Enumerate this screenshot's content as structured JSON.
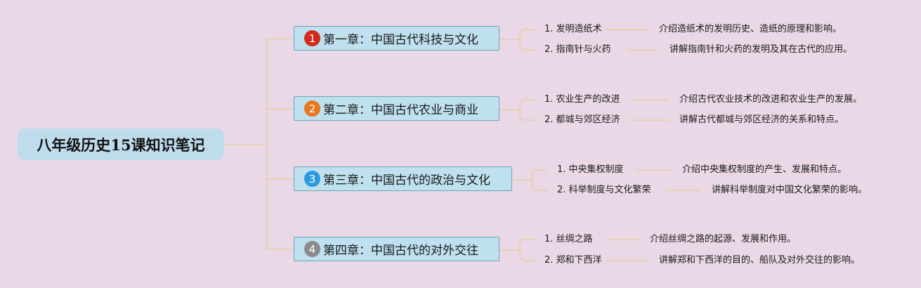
{
  "root": {
    "title": "八年级历史15课知识笔记"
  },
  "chapters": [
    {
      "number": "1",
      "badge_color": "#d42a1e",
      "title": "第一章：中国古代科技与文化",
      "topics": [
        {
          "label": "1. 发明造纸术",
          "desc": "介绍造纸术的发明历史、造纸的原理和影响。"
        },
        {
          "label": "2. 指南针与火药",
          "desc": "讲解指南针和火药的发明及其在古代的应用。"
        }
      ]
    },
    {
      "number": "2",
      "badge_color": "#e87722",
      "title": "第二章：中国古代农业与商业",
      "topics": [
        {
          "label": "1. 农业生产的改进",
          "desc": "介绍古代农业技术的改进和农业生产的发展。"
        },
        {
          "label": "2. 都城与郊区经济",
          "desc": "讲解古代都城与郊区经济的关系和特点。"
        }
      ]
    },
    {
      "number": "3",
      "badge_color": "#2a9be0",
      "title": "第三章：中国古代的政治与文化",
      "topics": [
        {
          "label": "1. 中央集权制度",
          "desc": "介绍中央集权制度的产生、发展和特点。"
        },
        {
          "label": "2. 科举制度与文化繁荣",
          "desc": "讲解科举制度对中国文化繁荣的影响。"
        }
      ]
    },
    {
      "number": "4",
      "badge_color": "#8a8a8a",
      "title": "第四章：中国古代的对外交往",
      "topics": [
        {
          "label": "1. 丝绸之路",
          "desc": "介绍丝绸之路的起源、发展和作用。"
        },
        {
          "label": "2. 郑和下西洋",
          "desc": "讲解郑和下西洋的目的、船队及对外交往的影响。"
        }
      ]
    }
  ]
}
